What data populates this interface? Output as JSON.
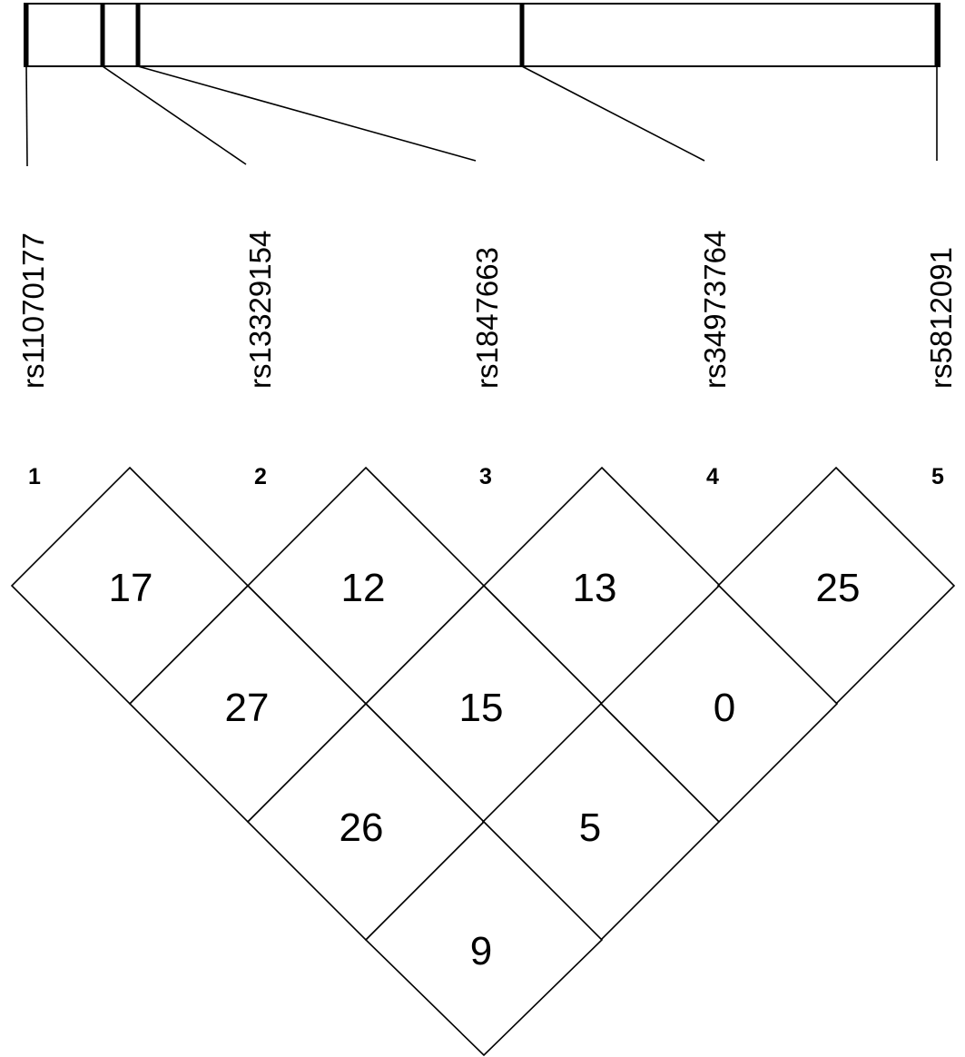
{
  "snps": [
    {
      "index": "1",
      "id": "rs11070177"
    },
    {
      "index": "2",
      "id": "rs13329154"
    },
    {
      "index": "3",
      "id": "rs1847663"
    },
    {
      "index": "4",
      "id": "rs34973764"
    },
    {
      "index": "5",
      "id": "rs5812091"
    }
  ],
  "ld_matrix": {
    "pair_1_2": "17",
    "pair_2_3": "12",
    "pair_3_4": "13",
    "pair_4_5": "25",
    "pair_1_3": "27",
    "pair_2_4": "15",
    "pair_3_5": "0",
    "pair_1_4": "26",
    "pair_2_5": "5",
    "pair_1_5": "9"
  }
}
